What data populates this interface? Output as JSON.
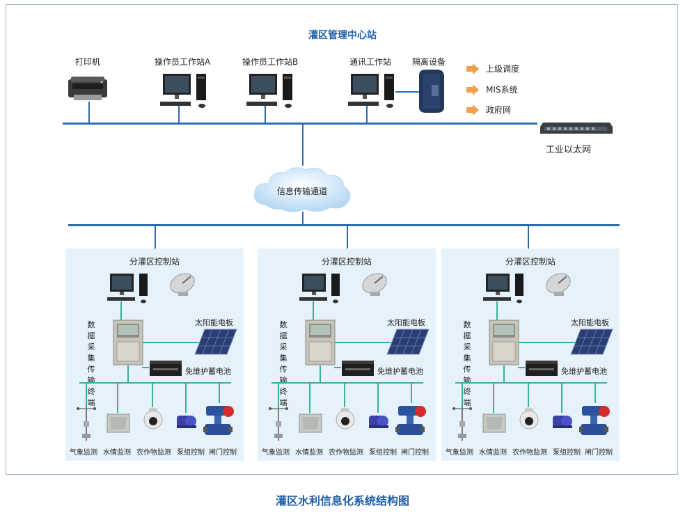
{
  "center": {
    "title": "灌区管理中心站",
    "devices": {
      "printer": "打印机",
      "operator_a": "操作员工作站A",
      "operator_b": "操作员工作站B",
      "comm_station": "通讯工作站",
      "isolation": "隔离设备"
    },
    "links": [
      "上级调度",
      "MIS系统",
      "政府网"
    ],
    "ethernet": "工业以太网"
  },
  "channel": "信息传输通道",
  "substation": {
    "title": "分灌区控制站",
    "terminal_label": [
      "数据",
      "采集",
      "传输",
      "终端"
    ],
    "solar": "太阳能电板",
    "battery": "免维护蓄电池",
    "devices": [
      "气象监测",
      "水情监测",
      "农作物监测",
      "泵组控制",
      "闸门控制"
    ]
  },
  "caption": "灌区水利信息化系统结构图",
  "colors": {
    "bus": "#2e6cb0",
    "tree": "#36b29a",
    "panel": "#e6f2fb",
    "title": "#1f5fa8",
    "arrow": "#f0a04b"
  }
}
